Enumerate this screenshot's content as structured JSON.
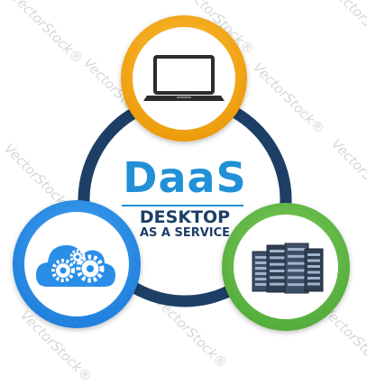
{
  "watermark": {
    "text": "VectorStock®"
  },
  "center": {
    "title": "DaaS",
    "subtitle_line1": "DESKTOP",
    "subtitle_line2": "AS A SERVICE"
  },
  "nodes": [
    {
      "name": "laptop-node",
      "icon": "laptop-icon",
      "color": "#f2a614"
    },
    {
      "name": "cloud-node",
      "icon": "cloud-gears-icon",
      "color": "#2a8ee8"
    },
    {
      "name": "server-node",
      "icon": "server-rack-icon",
      "color": "#62b84a"
    }
  ],
  "colors": {
    "ring": "#1d3f66",
    "accent": "#2190d6",
    "orange": "#f2a614",
    "blue": "#2a8ee8",
    "green": "#62b84a"
  }
}
